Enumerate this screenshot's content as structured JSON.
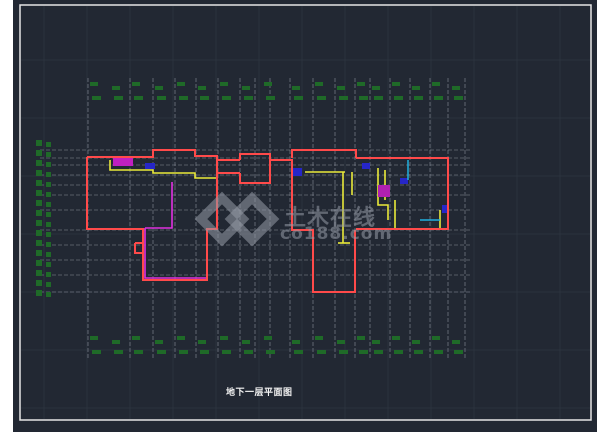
{
  "drawing": {
    "title": "地下一层平面图",
    "watermark_cn": "土木在线",
    "watermark_url": "co188.com"
  },
  "colors": {
    "background": "#222833",
    "wall": "#ff4a4a",
    "partition_yellow": "#f0f040",
    "partition_magenta": "#e030e0",
    "dimension_green": "#1f7a2a",
    "axis": "#9aa0aa",
    "fixture_blue": "#2020c0",
    "cyan": "#20b0e0"
  }
}
